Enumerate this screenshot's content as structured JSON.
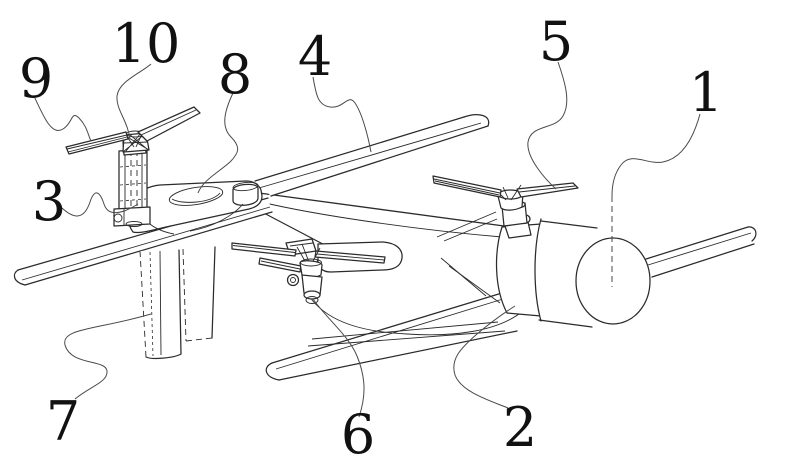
{
  "figure": {
    "type": "patent-line-drawing",
    "background": "#ffffff",
    "line_color": "#2b2b2b",
    "label_color": "#111111",
    "labels": [
      {
        "n": "1"
      },
      {
        "n": "2"
      },
      {
        "n": "3"
      },
      {
        "n": "4"
      },
      {
        "n": "5"
      },
      {
        "n": "6"
      },
      {
        "n": "7"
      },
      {
        "n": "8"
      },
      {
        "n": "9"
      },
      {
        "n": "10"
      }
    ]
  }
}
